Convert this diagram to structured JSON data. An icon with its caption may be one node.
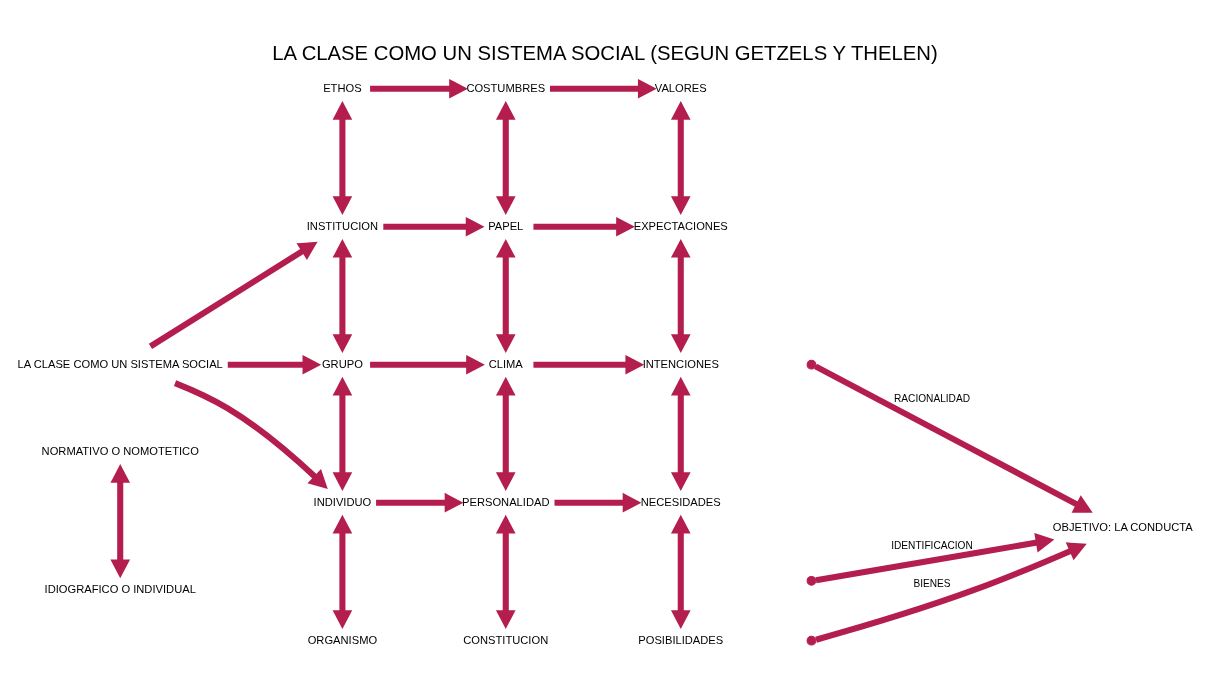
{
  "diagram": {
    "title": "LA CLASE COMO UN SISTEMA SOCIAL (SEGUN GETZELS Y THELEN)",
    "nodes": [
      {
        "text": [
          "NORMATIVO O NOMOTETICO"
        ]
      },
      {
        "text": [
          "LA CLASE COMO UN SISTEMA SOCIAL"
        ]
      },
      {
        "text": [
          "IDIOGRAFICO O INDIVIDUAL"
        ]
      },
      {
        "text": [
          "ETHOS"
        ]
      },
      {
        "text": [
          "INSTITUCION"
        ]
      },
      {
        "text": [
          "GRUPO"
        ]
      },
      {
        "text": [
          "INDIVIDUO"
        ]
      },
      {
        "text": [
          "ORGANISMO"
        ]
      },
      {
        "text": [
          "COSTUMBRES"
        ]
      },
      {
        "text": [
          "PAPEL"
        ]
      },
      {
        "text": [
          "CLIMA"
        ]
      },
      {
        "text": [
          "PERSONALIDAD"
        ]
      },
      {
        "text": [
          "CONSTITUCION"
        ]
      },
      {
        "text": [
          "VALORES"
        ]
      },
      {
        "text": [
          "EXPECTACIONES"
        ]
      },
      {
        "text": [
          "INTENCIONES"
        ]
      },
      {
        "text": [
          "NECESIDADES"
        ]
      },
      {
        "text": [
          "POSIBILIDADES"
        ]
      },
      {
        "text": [
          "OBJETIVO: LA CONDUCTA"
        ]
      }
    ],
    "edges": [
      {
        "from": 0,
        "to": 2,
        "arrow": "both"
      },
      {
        "from": 1,
        "to": 4,
        "arrow": "to"
      },
      {
        "from": 1,
        "to": 5,
        "arrow": "to"
      },
      {
        "from": 1,
        "to": 6,
        "arrow": "to"
      },
      {
        "from": 3,
        "to": 4,
        "arrow": "both"
      },
      {
        "from": 4,
        "to": 5,
        "arrow": "both"
      },
      {
        "from": 5,
        "to": 6,
        "arrow": "both"
      },
      {
        "from": 6,
        "to": 7,
        "arrow": "both"
      },
      {
        "from": 3,
        "to": 8,
        "arrow": "to"
      },
      {
        "from": 4,
        "to": 9,
        "arrow": "to"
      },
      {
        "from": 5,
        "to": 10,
        "arrow": "to"
      },
      {
        "from": 6,
        "to": 11,
        "arrow": "to"
      },
      {
        "from": 8,
        "to": 9,
        "arrow": "both"
      },
      {
        "from": 9,
        "to": 10,
        "arrow": "both"
      },
      {
        "from": 10,
        "to": 11,
        "arrow": "both"
      },
      {
        "from": 11,
        "to": 12,
        "arrow": "both"
      },
      {
        "from": 8,
        "to": 13,
        "arrow": "to"
      },
      {
        "from": 9,
        "to": 14,
        "arrow": "to"
      },
      {
        "from": 10,
        "to": 15,
        "arrow": "to"
      },
      {
        "from": 11,
        "to": 16,
        "arrow": "to"
      },
      {
        "from": 13,
        "to": 14,
        "arrow": "both"
      },
      {
        "from": 14,
        "to": 15,
        "arrow": "both"
      },
      {
        "from": 15,
        "to": 16,
        "arrow": "both"
      },
      {
        "from": 16,
        "to": 17,
        "arrow": "both"
      },
      {
        "from": null,
        "to": 18,
        "arrow": "to",
        "label": "RACIONALIDAD"
      },
      {
        "from": null,
        "to": 18,
        "arrow": "to",
        "label": "BIENES"
      },
      {
        "from": null,
        "to": 18,
        "arrow": "to",
        "label": "IDENTIFICACION"
      }
    ]
  }
}
